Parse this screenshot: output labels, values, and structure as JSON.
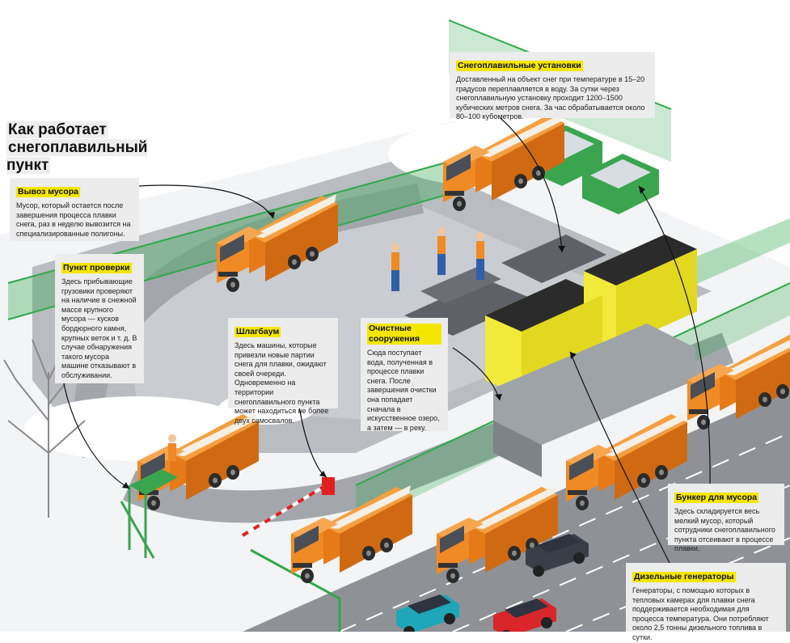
{
  "title": {
    "line1": "Как работает",
    "line2": "снегоплавильный пункт"
  },
  "callouts": {
    "trash_removal": {
      "title": "Вывоз мусора",
      "text": "Мусор, который остается после завершения процесса плавки снега, раз в неделю вывозится на специализированные полигоны."
    },
    "checkpoint": {
      "title": "Пункт проверки",
      "text": "Здесь прибывающие грузовики проверяют на наличие в снежной массе крупного мусора — кусков бордюрного камня, крупных веток и т. д. В случае обнаружения такого мусора машине отказывают в обслуживании."
    },
    "barrier": {
      "title": "Шлагбаум",
      "text": "Здесь машины, которые привезли новые партии снега для плавки, ожидают своей очереди. Одновременно на территории снегоплавильного пункта может находиться не более двух самосвалов."
    },
    "treatment": {
      "title": "Очистные сооружения",
      "text": "Сюда поступает вода, полученная в процессе плавки снега. После завершения очистки она попадает сначала в искусственное озеро, а затем — в реку."
    },
    "melters": {
      "title": "Снегоплавильные установки",
      "text": "Доставленный на объект снег при температуре в 15–20 градусов переплавляется в воду. За сутки через снегоплавильную установку проходит 1200–1500 кубических метров снега. За час обрабатывается около 80–100 кубометров."
    },
    "bunker": {
      "title": "Бункер для мусора",
      "text": "Здесь складируется весь мелкий мусор, который сотрудники снегоплавильного пункта отсеивают в процессе плавки."
    },
    "generators": {
      "title": "Дизельные генераторы",
      "text": "Генераторы, с помощью которых в тепловых камерах для плавки снега поддерживается необходимая для процесса температура. Они потребляют около 2,5 тонны дизельного топлива в сутки."
    }
  },
  "colors": {
    "truck": "#f08a24",
    "truck_dark": "#b85e10",
    "fence": "#2fa84a",
    "road": "#9a9ea3",
    "generator": "#f2ea3a",
    "highlight": "#f4e600",
    "panel": "#ececec",
    "sign": "#e02020"
  }
}
